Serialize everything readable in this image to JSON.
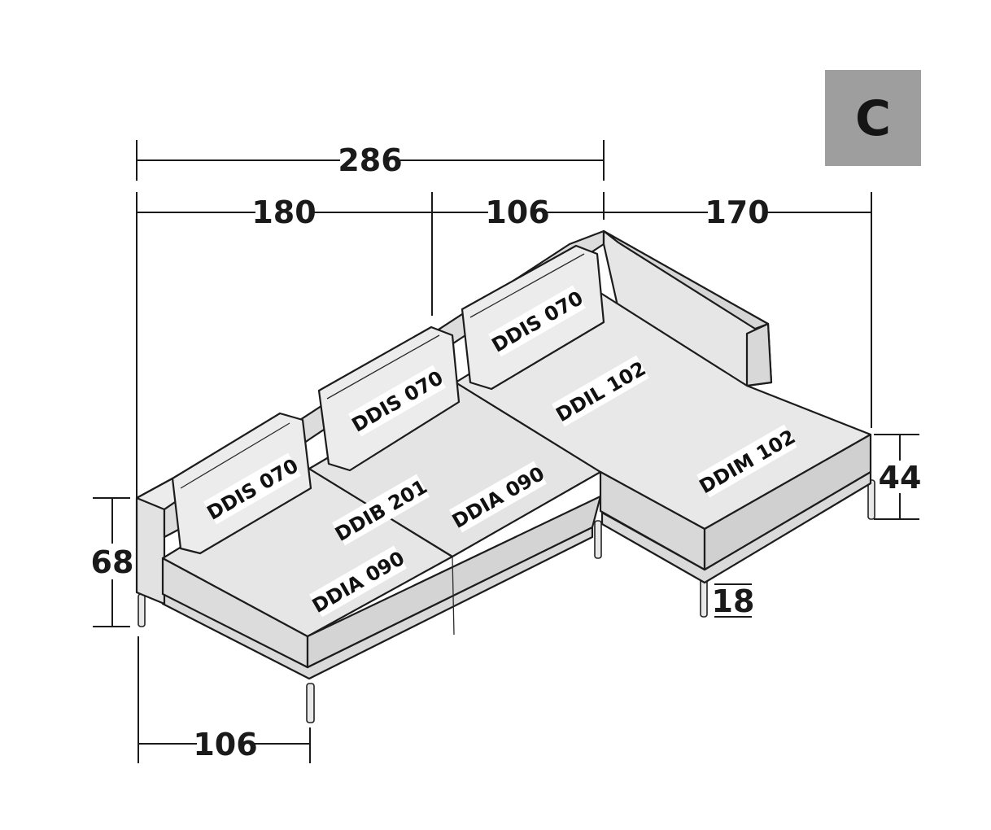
{
  "badge": {
    "letter": "C",
    "background": "#9e9e9e"
  },
  "dimensions": {
    "total_width": "286",
    "left_section": "180",
    "middle_section": "106",
    "chaise_length": "170",
    "height": "68",
    "depth": "106",
    "seat_height": "44",
    "leg_height": "18"
  },
  "modules": {
    "back_left": "DDIS 070",
    "back_middle": "DDIS 070",
    "back_right": "DDIS 070",
    "seat_corner_back": "DDIB 201",
    "seat_left": "DDIA 090",
    "seat_middle": "DDIA 090",
    "chaise_back": "DDIL 102",
    "chaise_front": "DDIM 102"
  },
  "colors": {
    "upholstery": "#e4e4e4",
    "upholstery_dark": "#cfcfcf",
    "outline": "#1c1c1c",
    "label_bg": "#ffffff"
  }
}
